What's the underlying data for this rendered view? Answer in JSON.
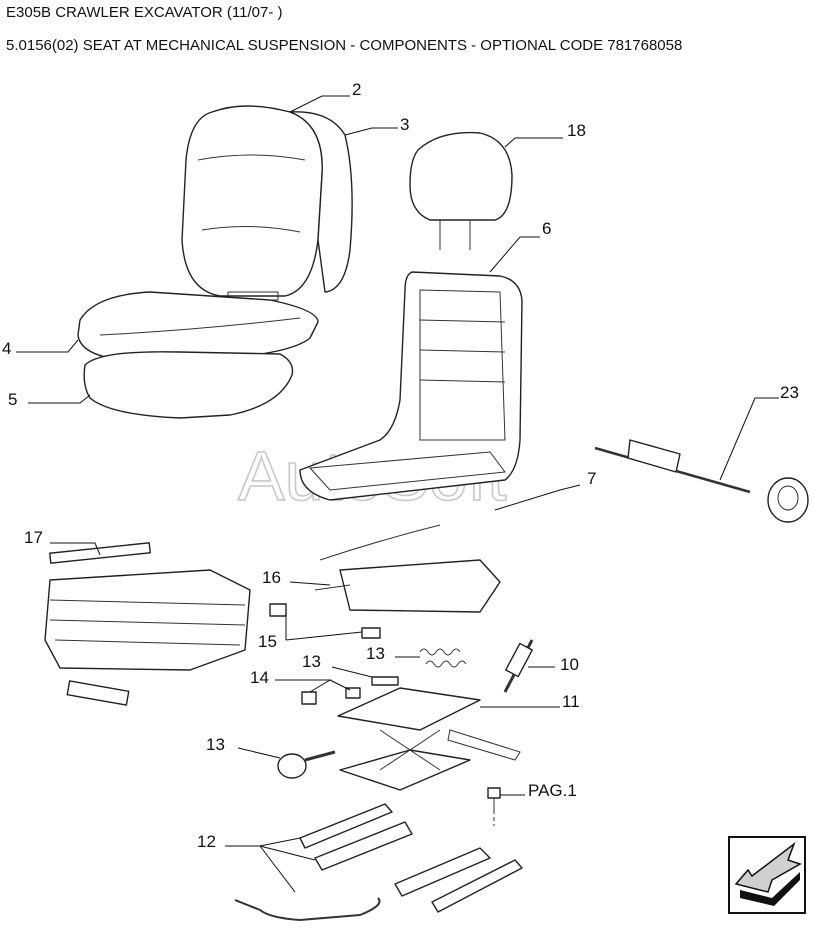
{
  "header": {
    "title": "E305B CRAWLER EXCAVATOR (11/07- )",
    "subtitle": "5.0156(02) SEAT AT MECHANICAL SUSPENSION - COMPONENTS - OPTIONAL CODE 781768058"
  },
  "watermark": "AutoSoft",
  "callouts": {
    "c2": "2",
    "c3": "3",
    "c18": "18",
    "c4": "4",
    "c5": "5",
    "c6": "6",
    "c23": "23",
    "c7": "7",
    "c17": "17",
    "c16": "16",
    "c15": "15",
    "c13a": "13",
    "c13b": "13",
    "c13c": "13",
    "c10": "10",
    "c14": "14",
    "c11": "11",
    "pag": "PAG.1",
    "c12": "12"
  },
  "nav": {
    "icon": "arrow-back-icon"
  }
}
